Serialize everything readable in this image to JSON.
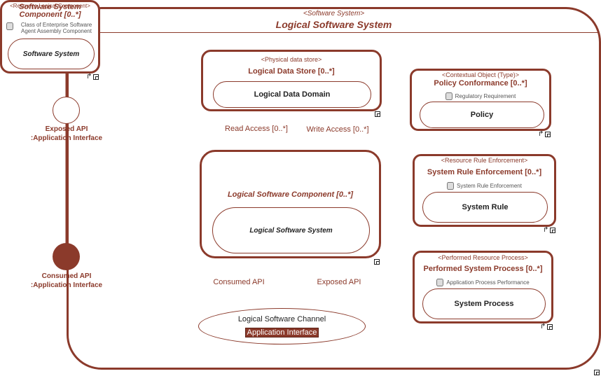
{
  "system": {
    "stereotype": "<Software System>",
    "title": "Logical Software System"
  },
  "topleft": {
    "stereotype": "<Resource Logical Component>",
    "title_line1": "Software System",
    "title_line2": "Component [0..*]",
    "classifier": "Class of Enterprise Software Agent Assembly Component",
    "inner": "Software System"
  },
  "ports": {
    "exposed_line1": "Exposed API",
    "exposed_line2": ":Application Interface",
    "consumed_line1": "Consumed API",
    "consumed_line2": ":Application Interface"
  },
  "datastore": {
    "stereotype": "<Physical data store>",
    "title": "Logical Data Store [0..*]",
    "inner": "Logical Data Domain"
  },
  "component": {
    "title": "Logical Software Component [0..*]",
    "inner": "Logical Software System"
  },
  "edges": {
    "read": "Read Access [0..*]",
    "write": "Write Access [0..*]",
    "consumed": "Consumed API",
    "exposed": "Exposed API"
  },
  "channel": {
    "label": "Logical Software Channel",
    "type": "Application Interface"
  },
  "policy": {
    "stereotype": "<Contextual Object (Type)>",
    "title": "Policy Conformance [0..*]",
    "classifier": "Regulatory Requirement",
    "inner": "Policy"
  },
  "rule": {
    "stereotype": "<Resource Rule Enforcement>",
    "title": "System Rule Enforcement [0..*]",
    "classifier": "System Rule Enforcement",
    "inner": "System Rule"
  },
  "process": {
    "stereotype": "<Performed Resource Process>",
    "title": "Performed System Process [0..*]",
    "classifier": "Application Process Performance",
    "inner": "System Process"
  },
  "colors": {
    "accent": "#8b3a2b",
    "fill": "#8b3a2b"
  }
}
